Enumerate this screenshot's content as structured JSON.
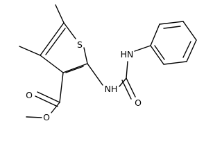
{
  "molecule": {
    "atoms": {
      "sulfur": "S",
      "nh_upper": "HN",
      "nh_lower": "NH",
      "carbonyl_o_urea": "O",
      "carbonyl_o_ester": "O",
      "ester_o": "O"
    }
  },
  "colors": {
    "bond": "#000000",
    "label": "#000000",
    "background": "#ffffff"
  }
}
